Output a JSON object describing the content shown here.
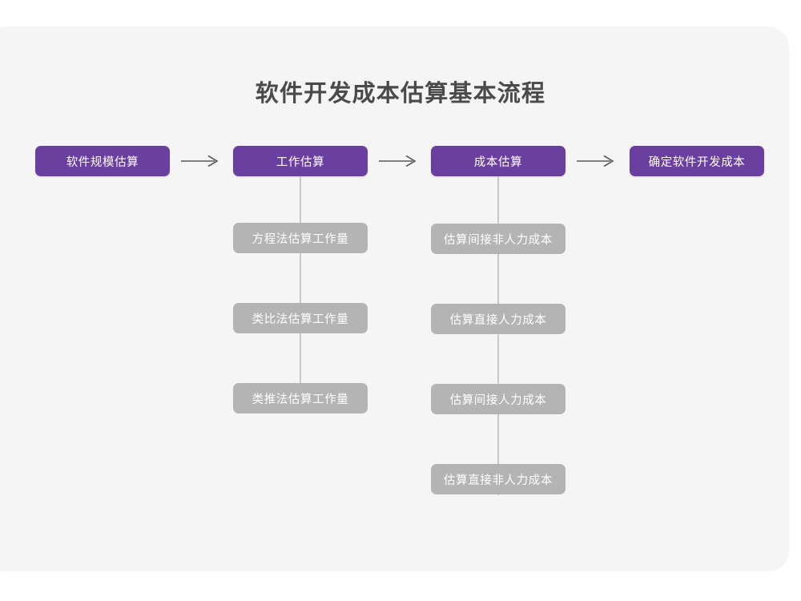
{
  "diagram": {
    "title": "软件开发成本估算基本流程",
    "colors": {
      "canvas": "#f5f5f5",
      "page": "#ffffff",
      "primary_node": "#6b3fa0",
      "secondary_node": "#b4b4b4",
      "node_text": "#ffffff",
      "title_text": "#4a4a4a",
      "connector": "#c9c9c9",
      "arrow": "#595959"
    },
    "main_flow": [
      {
        "id": "step-1",
        "label": "软件规模估算"
      },
      {
        "id": "step-2",
        "label": "工作估算"
      },
      {
        "id": "step-3",
        "label": "成本估算"
      },
      {
        "id": "step-4",
        "label": "确定软件开发成本"
      }
    ],
    "arrows": [
      {
        "id": "arrow-1",
        "glyph": "arrow-right-icon"
      },
      {
        "id": "arrow-2",
        "glyph": "arrow-right-icon"
      },
      {
        "id": "arrow-3",
        "glyph": "arrow-right-icon"
      }
    ],
    "branches": [
      {
        "id": "branch-work-estimation",
        "parent": "工作估算",
        "items": [
          {
            "id": "work-1",
            "label": "方程法估算工作量"
          },
          {
            "id": "work-2",
            "label": "类比法估算工作量"
          },
          {
            "id": "work-3",
            "label": "类推法估算工作量"
          }
        ]
      },
      {
        "id": "branch-cost-estimation",
        "parent": "成本估算",
        "items": [
          {
            "id": "cost-1",
            "label": "估算间接非人力成本"
          },
          {
            "id": "cost-2",
            "label": "估算直接人力成本"
          },
          {
            "id": "cost-3",
            "label": "估算间接人力成本"
          },
          {
            "id": "cost-4",
            "label": "估算直接非人力成本"
          }
        ]
      }
    ]
  }
}
